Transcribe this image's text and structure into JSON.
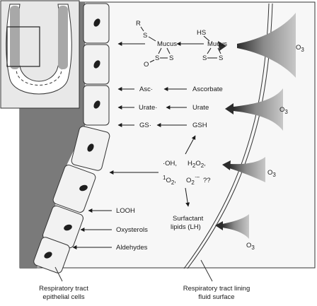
{
  "reactions": {
    "mucus_left": "Mucus",
    "mucus_right": "Mucus",
    "r": "R",
    "s": "S",
    "o": "O",
    "hs": "HS",
    "asc_radical": "Asc·",
    "ascorbate": "Ascorbate",
    "urate_radical": "Urate·",
    "urate": "Urate",
    "gs_radical": "GS·",
    "gsh": "GSH",
    "oh": "·OH,",
    "h2o2_main": "H",
    "h2o2_sub1": "2",
    "h2o2_mid": "O",
    "h2o2_sub2": "2",
    "h2o2_comma": ",",
    "o2_sup": "1",
    "o2_main": "O",
    "o2_sub": "2",
    "o2_comma": ",",
    "o2m_main": "O",
    "o2m_sub": "2",
    "o2m_sup": "·–",
    "qq": "??",
    "looh": "LOOH",
    "oxysterols": "Oxysterols",
    "aldehydes": "Aldehydes",
    "surfactant_line1": "Surfactant",
    "surfactant_line2": "lipids (LH)",
    "ozone": "O",
    "ozone_sub": "3"
  },
  "captions": {
    "epithelial_line1": "Respiratory tract",
    "epithelial_line2": "epithelial cells",
    "lining_line1": "Respiratory tract lining",
    "lining_line2": "fluid surface"
  },
  "colors": {
    "epithelium_dark": "#7a7a7a",
    "cell_fill": "#f2f2f2",
    "nucleus": "#1e1e1e",
    "panel_fill": "#f7f7f7",
    "airway_fill": "#a8a8a8"
  }
}
